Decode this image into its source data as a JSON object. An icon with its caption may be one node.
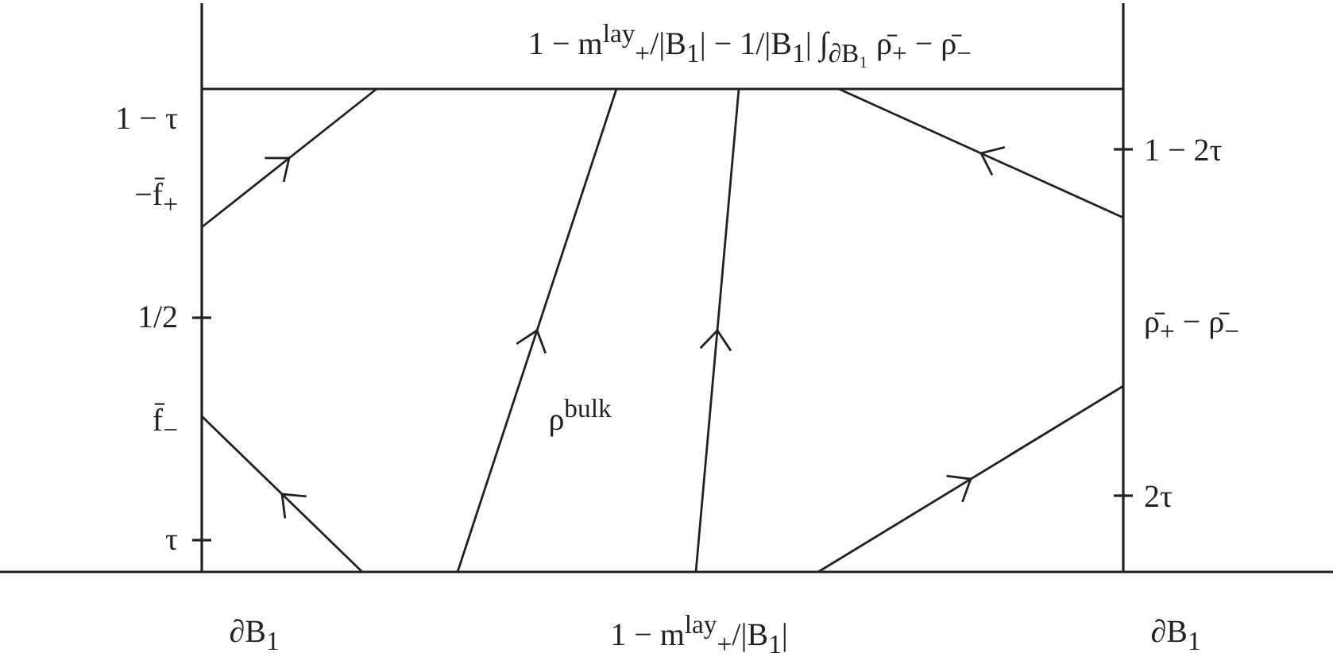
{
  "diagram": {
    "labels": [
      "1 − m$^{lay}$$_{+}$/|B$_{1}$| − 1/|B$_{1}$| ∫$_{∂B₁}$ ρ̄$_{+}$ − ρ̄$_{−}$",
      "1 − τ",
      "−f̄$_{+}$",
      "1 − 2τ",
      "1/2",
      "ρ̄$_{+}$ − ρ̄$_{−}$",
      "f̄$_{−}$",
      "ρ$^{bulk}$",
      "2τ",
      "τ",
      "∂B$_{1}$",
      "1 − m$^{lay}$$_{+}$/|B$_{1}$|",
      "∂B$_{1}$"
    ]
  }
}
